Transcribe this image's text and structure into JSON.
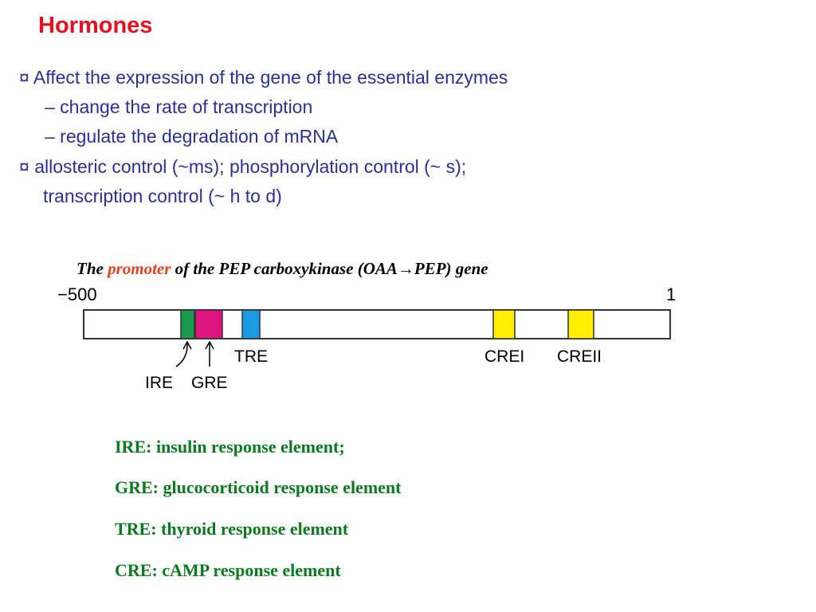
{
  "title": "Hormones",
  "bullets": {
    "marker": "¤",
    "b1": "Affect the expression of the gene of the essential enzymes",
    "b1_sub1": "– change the rate of transcription",
    "b1_sub2": "– regulate the degradation of mRNA",
    "b2_line1": "allosteric control (~ms); phosphorylation control (~ s);",
    "b2_line2": "transcription control (~ h to d)"
  },
  "caption": {
    "part1": "The ",
    "highlight": "promoter",
    "part2": " of the PEP carboxykinase (OAA→PEP) gene"
  },
  "diagram": {
    "left_label": "−500",
    "right_label": "1",
    "elements": [
      {
        "name": "IRE",
        "color": "#1a9a4f"
      },
      {
        "name": "GRE",
        "color": "#e0147f"
      },
      {
        "name": "TRE",
        "color": "#1a9be6"
      },
      {
        "name": "CREI",
        "color": "#ffee00"
      },
      {
        "name": "CREII",
        "color": "#ffee00"
      }
    ]
  },
  "legend": [
    "IRE: insulin response element;",
    "GRE: glucocorticoid response element",
    "TRE: thyroid response element",
    "CRE: cAMP response element"
  ],
  "colors": {
    "title": "#e8101f",
    "bullet_text": "#2b2f9a",
    "caption_highlight": "#e8401f",
    "legend_text": "#0a7a1e"
  }
}
